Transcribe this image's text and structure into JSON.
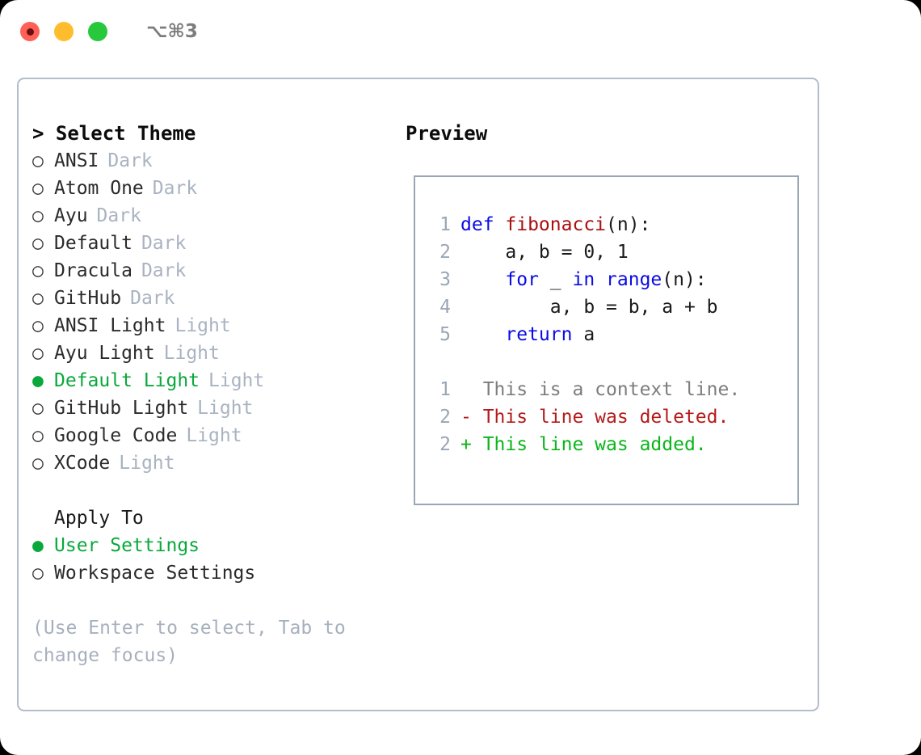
{
  "titlebar": {
    "shortcut": "⌥⌘3",
    "buttons": [
      {
        "name": "close",
        "color": "#ff6058"
      },
      {
        "name": "minimize",
        "color": "#ffbd2e"
      },
      {
        "name": "maximize",
        "color": "#28c83c"
      }
    ]
  },
  "colors": {
    "accent_green": "#0aa83c",
    "panel_border": "#b3bcc9",
    "preview_border": "#9aa6b6",
    "muted": "#a9b3c1",
    "keyword_blue": "#0a0ae6",
    "function_red": "#a80f10",
    "diff_add": "#0ab51a",
    "diff_del": "#b51a1a"
  },
  "theme_list": {
    "header": "> Select Theme",
    "marker_unselected": "○",
    "marker_selected": "●",
    "items": [
      {
        "label": "ANSI",
        "tag": "Dark",
        "selected": false
      },
      {
        "label": "Atom One",
        "tag": "Dark",
        "selected": false
      },
      {
        "label": "Ayu",
        "tag": "Dark",
        "selected": false
      },
      {
        "label": "Default",
        "tag": "Dark",
        "selected": false
      },
      {
        "label": "Dracula",
        "tag": "Dark",
        "selected": false
      },
      {
        "label": "GitHub",
        "tag": "Dark",
        "selected": false
      },
      {
        "label": "ANSI Light",
        "tag": "Light",
        "selected": false
      },
      {
        "label": "Ayu Light",
        "tag": "Light",
        "selected": false
      },
      {
        "label": "Default Light",
        "tag": "Light",
        "selected": true
      },
      {
        "label": "GitHub Light",
        "tag": "Light",
        "selected": false
      },
      {
        "label": "Google Code",
        "tag": "Light",
        "selected": false
      },
      {
        "label": "XCode",
        "tag": "Light",
        "selected": false
      }
    ]
  },
  "apply_to": {
    "header": "Apply To",
    "items": [
      {
        "label": "User Settings",
        "selected": true
      },
      {
        "label": "Workspace Settings",
        "selected": false
      }
    ]
  },
  "hint": "(Use Enter to select, Tab to change focus)",
  "preview": {
    "title": "Preview",
    "code_lines": [
      {
        "number": "1",
        "tokens": [
          {
            "text": "def ",
            "type": "kw"
          },
          {
            "text": "fibonacci",
            "type": "fn"
          },
          {
            "text": "(n):",
            "type": "plain"
          }
        ]
      },
      {
        "number": "2",
        "tokens": [
          {
            "text": "    a, b = 0, 1",
            "type": "plain"
          }
        ]
      },
      {
        "number": "3",
        "tokens": [
          {
            "text": "    ",
            "type": "plain"
          },
          {
            "text": "for",
            "type": "kw"
          },
          {
            "text": " _ ",
            "type": "plain"
          },
          {
            "text": "in range",
            "type": "kw"
          },
          {
            "text": "(n):",
            "type": "plain"
          }
        ]
      },
      {
        "number": "4",
        "tokens": [
          {
            "text": "        a, b = b, a + b",
            "type": "plain"
          }
        ]
      },
      {
        "number": "5",
        "tokens": [
          {
            "text": "    ",
            "type": "plain"
          },
          {
            "text": "return",
            "type": "kw"
          },
          {
            "text": " a",
            "type": "plain"
          }
        ]
      }
    ],
    "diff_lines": [
      {
        "number": "1",
        "sign": " ",
        "text": " This is a context line.",
        "type": "ctx"
      },
      {
        "number": "2",
        "sign": "-",
        "text": " This line was deleted.",
        "type": "del"
      },
      {
        "number": "2",
        "sign": "+",
        "text": " This line was added.",
        "type": "add"
      }
    ]
  }
}
